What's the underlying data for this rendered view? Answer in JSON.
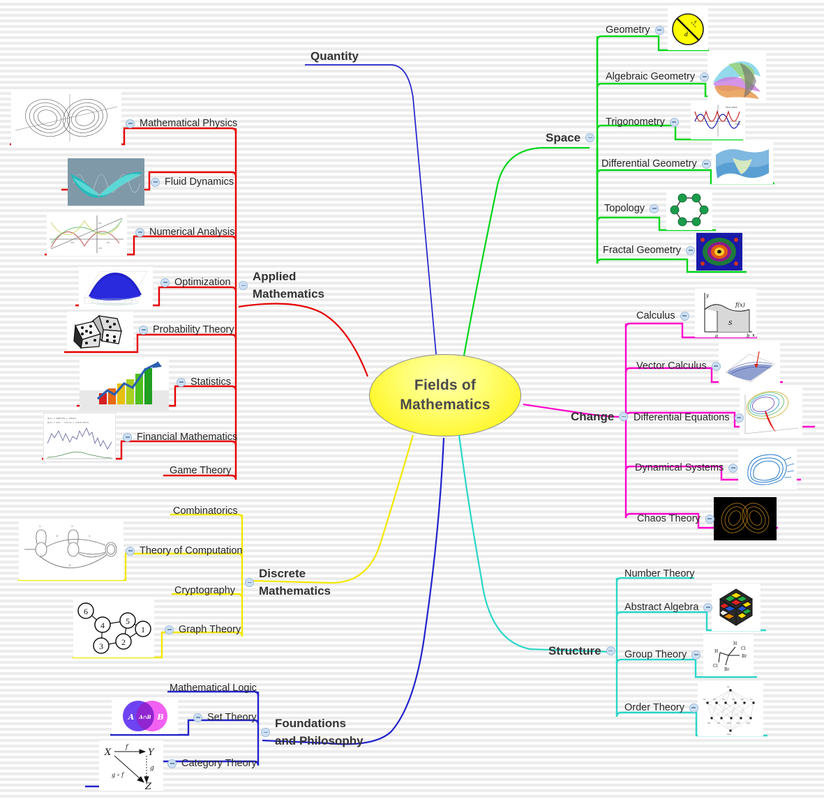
{
  "root": {
    "label": "Fields of Mathematics",
    "color": "#fff200"
  },
  "branches": [
    {
      "id": "quantity",
      "label": "Quantity",
      "color": "#2222cc",
      "side": "top",
      "has_toggle": false,
      "children": []
    },
    {
      "id": "space",
      "label": "Space",
      "color": "#00d61a",
      "side": "right",
      "has_toggle": true,
      "children": [
        {
          "label": "Geometry",
          "has_toggle": true,
          "image": "circle-diameter-radius-diagram"
        },
        {
          "label": "Algebraic Geometry",
          "has_toggle": true,
          "image": "colorful-algebraic-surface"
        },
        {
          "label": "Trigonometry",
          "has_toggle": true,
          "image": "sine-cosine-wave-plot"
        },
        {
          "label": "Differential Geometry",
          "has_toggle": true,
          "image": "blue-curved-surface"
        },
        {
          "label": "Topology",
          "has_toggle": true,
          "image": "green-hexagon-graph"
        },
        {
          "label": "Fractal Geometry",
          "has_toggle": true,
          "image": "mandelbrot-fractal"
        }
      ]
    },
    {
      "id": "change",
      "label": "Change",
      "color": "#ff00cc",
      "side": "right",
      "has_toggle": true,
      "children": [
        {
          "label": "Calculus",
          "has_toggle": true,
          "image": "integral-area-under-curve"
        },
        {
          "label": "Vector Calculus",
          "has_toggle": true,
          "image": "vector-field-surface"
        },
        {
          "label": "Differential Equations",
          "has_toggle": true,
          "image": "phase-portrait-trajectories"
        },
        {
          "label": "Dynamical Systems",
          "has_toggle": true,
          "image": "blue-attractor-tube"
        },
        {
          "label": "Chaos Theory",
          "has_toggle": true,
          "image": "lorenz-attractor-black"
        }
      ]
    },
    {
      "id": "structure",
      "label": "Structure",
      "color": "#2ad6c8",
      "side": "right",
      "has_toggle": true,
      "children": [
        {
          "label": "Number Theory",
          "has_toggle": false,
          "image": null
        },
        {
          "label": "Abstract Algebra",
          "has_toggle": true,
          "image": "rubiks-cube"
        },
        {
          "label": "Group Theory",
          "has_toggle": true,
          "image": "chiral-molecule-diagram"
        },
        {
          "label": "Order Theory",
          "has_toggle": true,
          "image": "hasse-lattice-diagram"
        }
      ]
    },
    {
      "id": "applied-mathematics",
      "label": "Applied Mathematics",
      "color": "#e60000",
      "side": "left",
      "has_toggle": true,
      "children": [
        {
          "label": "Mathematical Physics",
          "has_toggle": true,
          "image": "lorenz-butterfly-linework"
        },
        {
          "label": "Fluid Dynamics",
          "has_toggle": true,
          "image": "teal-fluid-swirl"
        },
        {
          "label": "Numerical Analysis",
          "has_toggle": true,
          "image": "interpolation-curves-plot"
        },
        {
          "label": "Optimization",
          "has_toggle": true,
          "image": "blue-dome-surface"
        },
        {
          "label": "Probability Theory",
          "has_toggle": true,
          "image": "pair-of-dice"
        },
        {
          "label": "Statistics",
          "has_toggle": true,
          "image": "bar-chart-with-arrow"
        },
        {
          "label": "Financial Mathematics",
          "has_toggle": true,
          "image": "stock-price-timeseries"
        },
        {
          "label": "Game Theory",
          "has_toggle": false,
          "image": null
        }
      ]
    },
    {
      "id": "discrete-mathematics",
      "label": "Discrete Mathematics",
      "color": "#f2e800",
      "side": "left",
      "has_toggle": true,
      "children": [
        {
          "label": "Combinatorics",
          "has_toggle": false,
          "image": null
        },
        {
          "label": "Theory of Computation",
          "has_toggle": true,
          "image": "finite-state-automaton"
        },
        {
          "label": "Cryptography",
          "has_toggle": false,
          "image": null
        },
        {
          "label": "Graph Theory",
          "has_toggle": true,
          "image": "numbered-node-graph"
        }
      ]
    },
    {
      "id": "foundations-and-philosophy",
      "label": "Foundations and Philosophy",
      "color": "#2222cc",
      "side": "left",
      "has_toggle": true,
      "children": [
        {
          "label": "Mathematical Logic",
          "has_toggle": false,
          "image": null
        },
        {
          "label": "Set Theory",
          "has_toggle": true,
          "image": "venn-diagram-a-b"
        },
        {
          "label": "Category Theory",
          "has_toggle": true,
          "image": "commutative-triangle-diagram"
        }
      ]
    }
  ]
}
